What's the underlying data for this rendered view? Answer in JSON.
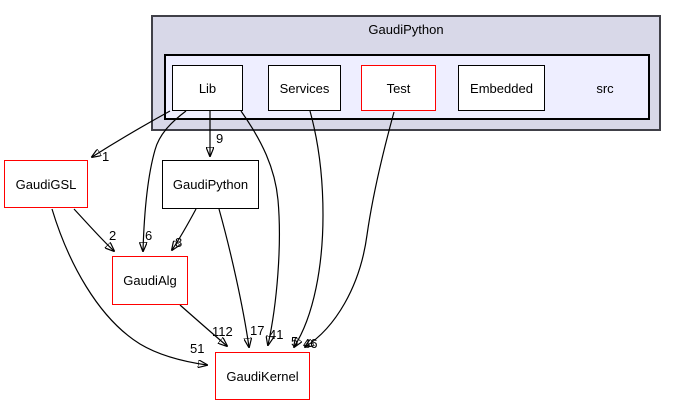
{
  "graph": {
    "outer_cluster": {
      "label": "GaudiPython"
    },
    "inner_cluster": {
      "label": "src"
    },
    "nodes": [
      {
        "label": "Lib",
        "border": "black",
        "location": "inside-src"
      },
      {
        "label": "Services",
        "border": "black",
        "location": "inside-src"
      },
      {
        "label": "Test",
        "border": "red",
        "location": "inside-src"
      },
      {
        "label": "Embedded",
        "border": "black",
        "location": "inside-src"
      },
      {
        "label": "GaudiGSL",
        "border": "red",
        "location": "outside"
      },
      {
        "label": "GaudiPython",
        "border": "black",
        "location": "outside"
      },
      {
        "label": "GaudiAlg",
        "border": "red",
        "location": "outside"
      },
      {
        "label": "GaudiKernel",
        "border": "red",
        "location": "outside"
      }
    ],
    "edges": [
      {
        "from": "Lib",
        "to": "GaudiGSL",
        "count": "1"
      },
      {
        "from": "Lib",
        "to": "GaudiPython",
        "count": "9"
      },
      {
        "from": "Lib",
        "to": "GaudiAlg",
        "count": "6"
      },
      {
        "from": "Lib",
        "to": "GaudiKernel",
        "count": "41"
      },
      {
        "from": "GaudiGSL",
        "to": "GaudiAlg",
        "count": "2"
      },
      {
        "from": "GaudiGSL",
        "to": "GaudiKernel",
        "count": "51"
      },
      {
        "from": "GaudiPython",
        "to": "GaudiAlg",
        "count": "8"
      },
      {
        "from": "GaudiPython",
        "to": "GaudiKernel",
        "count": "17"
      },
      {
        "from": "GaudiAlg",
        "to": "GaudiKernel",
        "count": "112"
      },
      {
        "from": "Services",
        "to": "GaudiKernel",
        "count": "5"
      },
      {
        "from": "Test",
        "to": "GaudiKernel",
        "count": "46"
      }
    ],
    "colors": {
      "outer_cluster_fill": "#d8d8e8",
      "inner_cluster_fill": "#eeeeff",
      "outer_cluster_border": "#404048",
      "inner_cluster_border": "#000000",
      "node_fill": "#ffffff",
      "node_border_black": "#000000",
      "node_border_red": "#ff0000",
      "edge_color": "#000000",
      "text_color": "#000000"
    }
  }
}
